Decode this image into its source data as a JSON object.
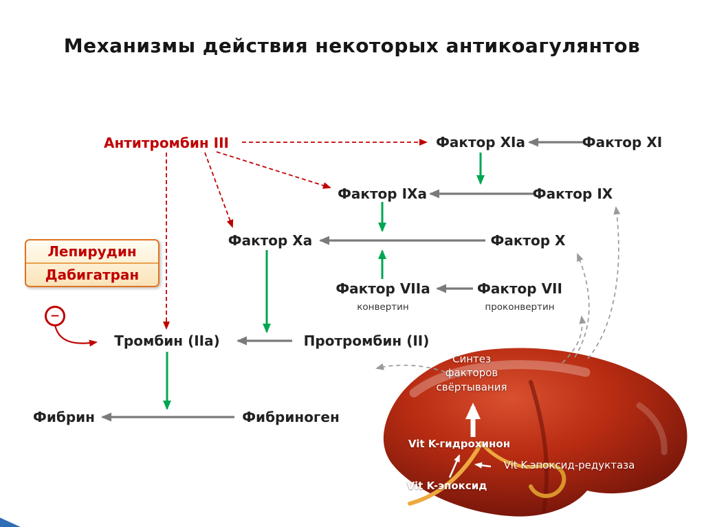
{
  "title": "Механизмы действия некоторых антикоагулянтов",
  "cascade": {
    "antithrombin": "Антитромбин III",
    "factor_xia": "Фактор XIa",
    "factor_xi": "Фактор XI",
    "factor_ixa": "Фактор IXa",
    "factor_ix": "Фактор IX",
    "factor_xa": "Фактор Xa",
    "factor_x": "Фактор X",
    "factor_viia": "Фактор VIIa",
    "konvertin": "конвертин",
    "factor_vii": "Фактор VII",
    "prokonvertin": "проконвертин",
    "thrombin": "Тромбин (IIa)",
    "prothrombin": "Протромбин (II)",
    "fibrin": "Фибрин",
    "fibrinogen": "Фибриноген"
  },
  "drug_box": {
    "items": [
      "Лепирудин",
      "Дабигатран"
    ]
  },
  "inhibition": {
    "symbol": "−"
  },
  "liver": {
    "synthesis_label": "Синтез факторов свёртывания",
    "vit_k_hydroquinone": "Vit K-гидрохинон",
    "vit_k_epoxide_reductase": "Vit K-эпоксид-редуктаза",
    "vit_k_epoxide": "Vit K-эпоксид"
  },
  "colors": {
    "inhibitor_red": "#c00000",
    "activation_green": "#00a651",
    "conversion_gray": "#7a7a7a",
    "liver_red": "#a32310",
    "box_border_orange": "#e0731f",
    "corner_blue": "#2f6db5"
  }
}
